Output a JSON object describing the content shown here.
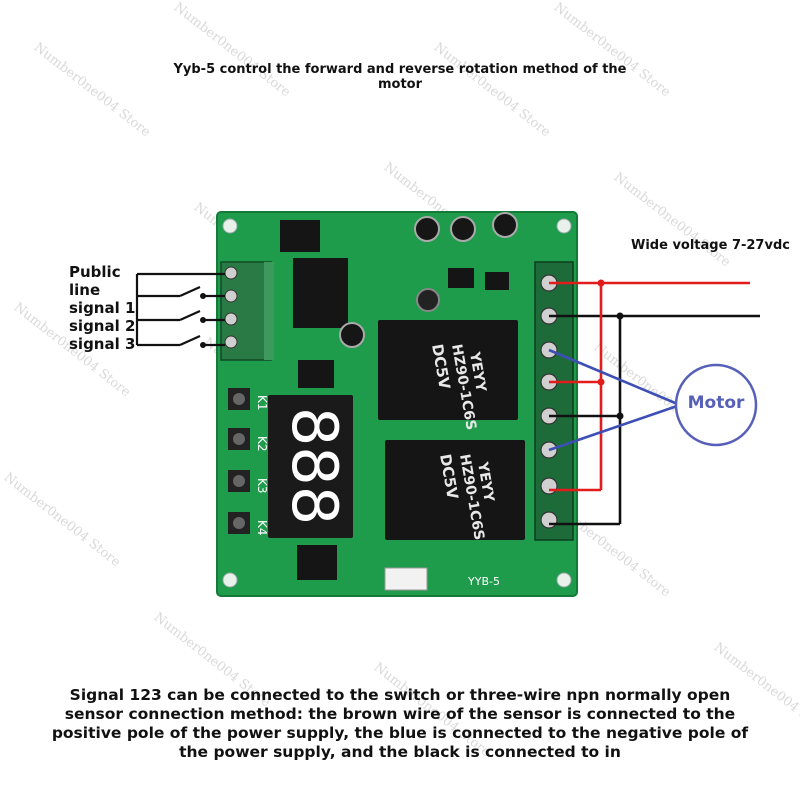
{
  "title_line1": "Yyb-5 control the forward and reverse rotation method of the",
  "title_line2": "motor",
  "watermark": "Number0ne004 Store",
  "signal_labels": [
    "Public",
    "line",
    "signal 1",
    "signal 2",
    "signal 3"
  ],
  "power_label": "Wide voltage 7-27vdc",
  "motor_label": "Motor",
  "relay_brand": "YEYY",
  "relay_model": "HZ90-1C6S",
  "relay_voltage": "DC5V",
  "key_labels": [
    "K1",
    "K2",
    "K3",
    "K4"
  ],
  "display_digits": "888",
  "board_model": "YYB-5",
  "description": [
    "Signal 123 can be connected to the switch or three-wire npn normally open",
    "sensor connection method: the brown wire of the sensor is connected to the",
    "positive pole of the power supply, the blue is connected to the negative pole of",
    "the power supply, and the black is connected to in"
  ],
  "colors": {
    "pcb": "#1f9b4c",
    "relay": "#151515",
    "terminal": "#1e6b3a",
    "display": "#1a1a1a",
    "segment": "#ffffff",
    "wire_red": "#e21b1b",
    "wire_blue": "#3d4fb5",
    "wire_black": "#111111",
    "motor": "#5760b8"
  }
}
